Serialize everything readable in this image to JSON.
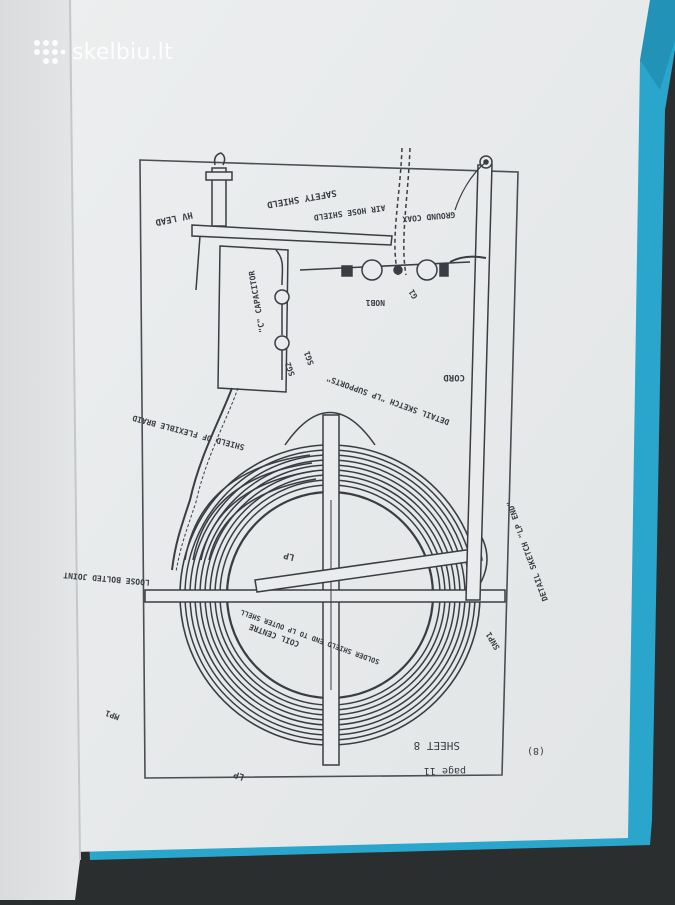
{
  "watermark": {
    "text": "skelbiu.lt"
  },
  "sheet": {
    "sheet_label": "SHEET 8",
    "page_label": "page 11",
    "mark": "(8)"
  },
  "labels": {
    "hv_lead": "HV LEAD",
    "safety_shield": "SAFETY SHIELD",
    "air_hose_shield": "AIR HOSE SHIELD",
    "ground_coax": "GROUND COAX",
    "c2_capacitor": "\"C\" CAPACITOR",
    "g1": "G1",
    "nob1": "NOB1",
    "sg1": "SG1",
    "sg2": "SG2",
    "cord": "CORD",
    "detail_sketch_lp_supports": "DETAIL SKETCH \"LP SUPPORTS\"",
    "shield_of_flexible_braid": "SHIELD OF FLEXIBLE BRAID",
    "lp_upper": "LP",
    "loose_bolted_joint": "LOOSE BOLTED JOINT",
    "coil_centre": "COIL CENTRE",
    "solder_shield": "SOLDER SHIELD END TO LP OUTER SHELL",
    "detail_sketch_lp_end": "DETAIL SKETCH \"LP END\"",
    "snp1": "SNP1",
    "lp_lower": "LP",
    "mp1": "MP1"
  },
  "colors": {
    "paper": "#e9ebec",
    "ink": "#3a3d44",
    "folder": "#2aa6cc",
    "left_page": "#dfe1e2"
  }
}
